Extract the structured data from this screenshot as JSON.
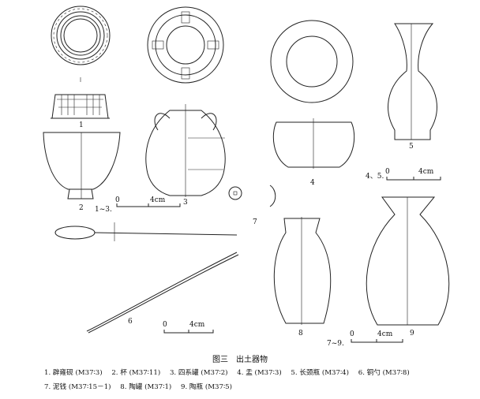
{
  "figure": {
    "caption": "图三　出土器物",
    "labels": [
      "1",
      "2",
      "3",
      "4",
      "5",
      "6",
      "7",
      "8",
      "9"
    ],
    "scales": [
      {
        "group": "1~3.",
        "zero": "0",
        "len": "4cm"
      },
      {
        "group": "4、5.",
        "zero": "0",
        "len": "4cm"
      },
      {
        "group": "",
        "zero": "0",
        "len": "4cm"
      },
      {
        "group": "7~9.",
        "zero": "0",
        "len": "4cm"
      }
    ],
    "legend_row1": [
      "1. 辟雍砚 (M37∶3)",
      "2. 杯 (M37∶11)",
      "3. 四系罐 (M37∶2)",
      "4. 盂 (M37∶3)",
      "5. 长颈瓶 (M37∶4)",
      "6. 铜勺 (M37∶8)"
    ],
    "legend_row2": [
      "7. 泥钱 (M37∶15－1)",
      "8. 陶罐 (M37∶1)",
      "9. 陶瓶 (M37∶5)"
    ]
  }
}
